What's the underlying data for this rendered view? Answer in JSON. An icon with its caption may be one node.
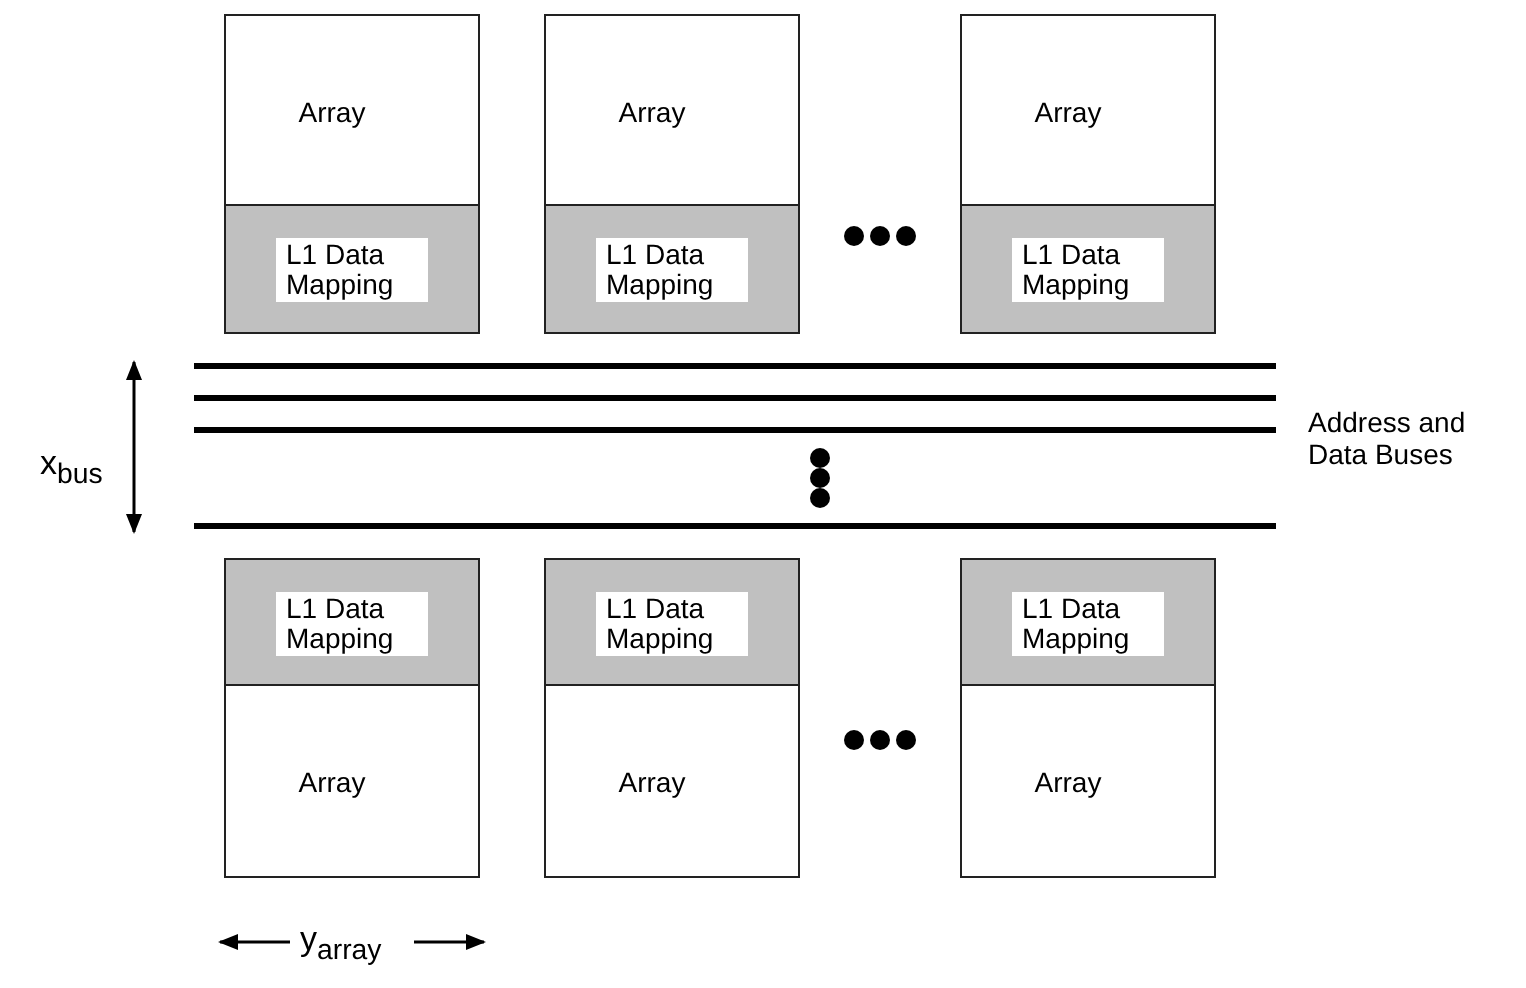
{
  "diagram": {
    "nodes": [
      {
        "text": [
          "Array"
        ]
      },
      {
        "text": [
          "L1 Data Mapping"
        ]
      },
      {
        "text": [
          "Array"
        ]
      },
      {
        "text": [
          "L1 Data Mapping"
        ]
      },
      {
        "text": [
          "Array"
        ]
      },
      {
        "text": [
          "L1 Data Mapping"
        ]
      },
      {
        "text": [
          "L1 Data Mapping"
        ]
      },
      {
        "text": [
          "L1 Data Mapping"
        ]
      },
      {
        "text": [
          "L1 Data Mapping"
        ]
      },
      {
        "text": [
          "Array"
        ]
      },
      {
        "text": [
          "Array"
        ]
      },
      {
        "text": [
          "Array"
        ]
      }
    ],
    "edges": [],
    "labels": [
      "x$_{bus}$",
      "Address and Data Buses",
      "y$_{array}$"
    ]
  }
}
